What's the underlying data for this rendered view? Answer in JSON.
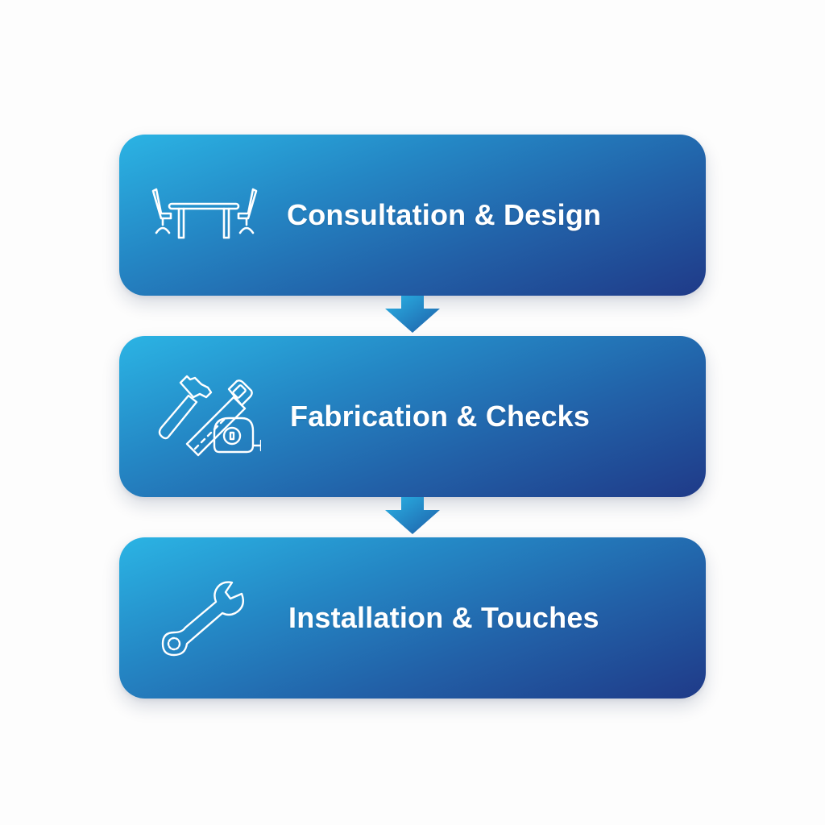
{
  "diagram": {
    "type": "vertical-process-flow",
    "colors": {
      "card_gradient_start": "#2bb4e4",
      "card_gradient_end": "#1f3a88",
      "arrow_top": "#2aa6de",
      "arrow_bottom": "#1f62ae",
      "text": "#ffffff",
      "background": "#fdfdfd"
    },
    "steps": [
      {
        "label": "Consultation & Design",
        "icon": "table-and-chairs-icon"
      },
      {
        "label": "Fabrication & Checks",
        "icon": "hammer-ruler-tape-measure-icon"
      },
      {
        "label": "Installation & Touches",
        "icon": "wrench-icon"
      }
    ],
    "connectors": [
      {
        "from": 0,
        "to": 1,
        "icon": "arrow-down-icon"
      },
      {
        "from": 1,
        "to": 2,
        "icon": "arrow-down-icon"
      }
    ]
  }
}
